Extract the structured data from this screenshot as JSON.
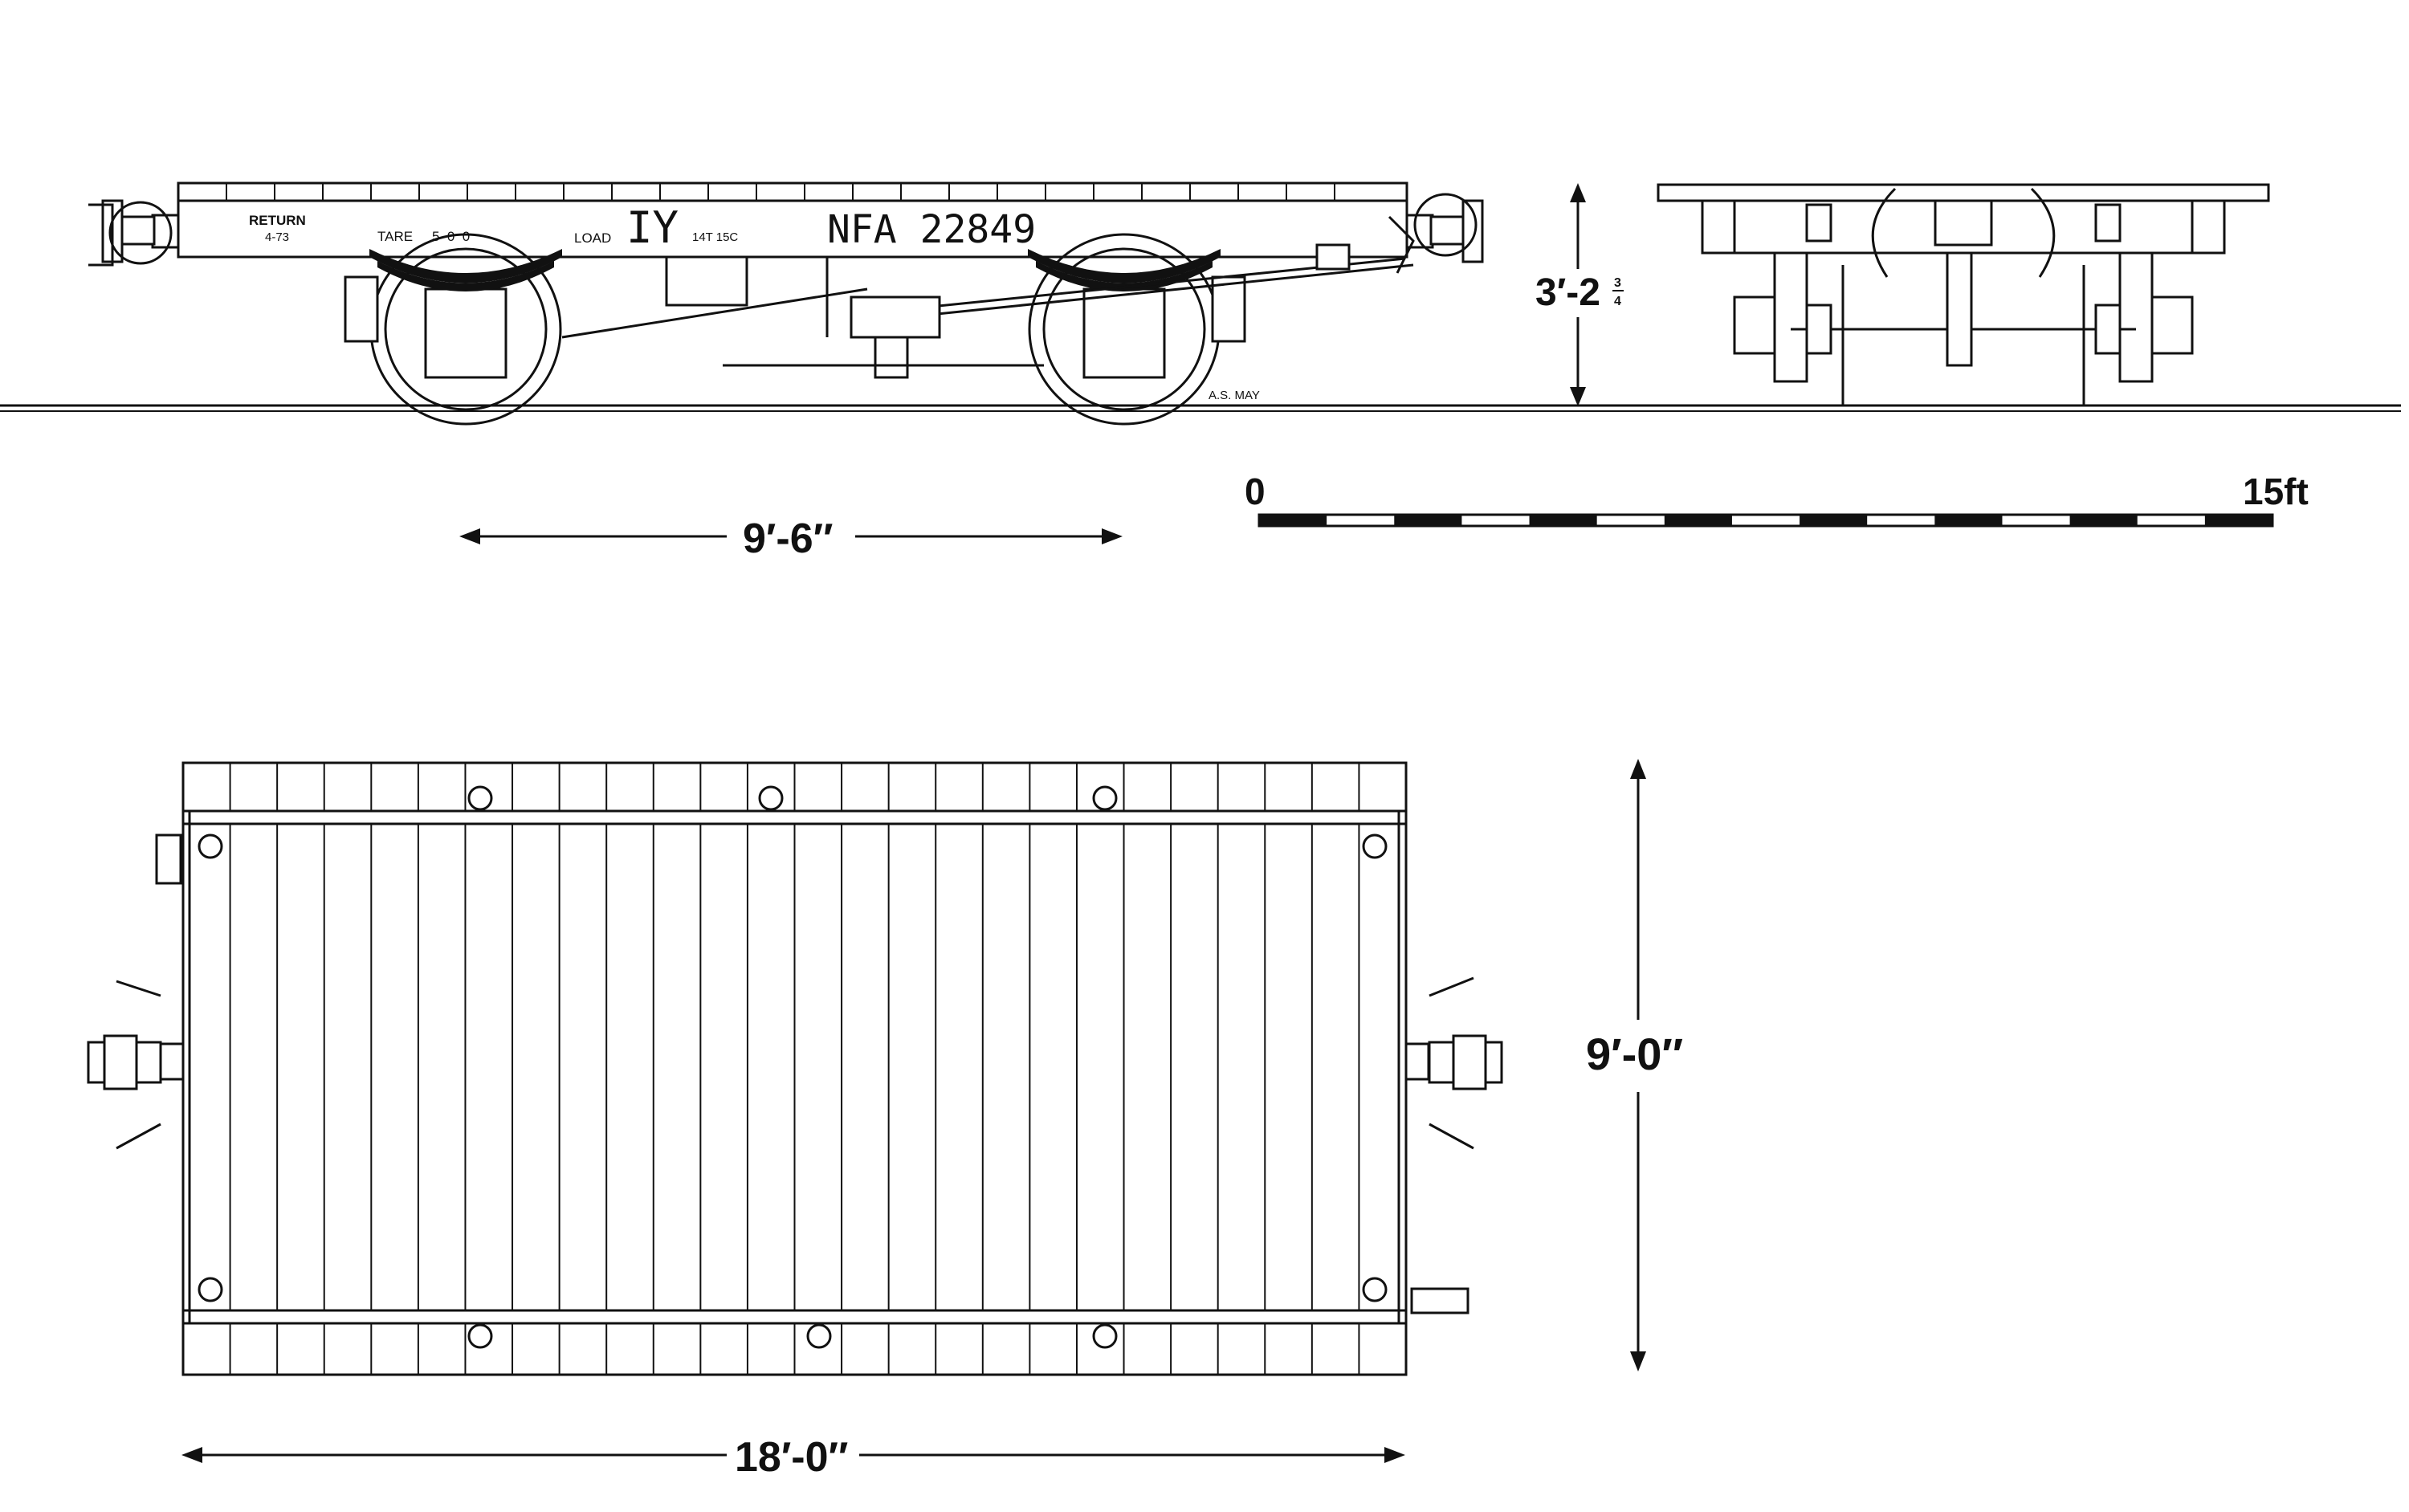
{
  "side_view": {
    "markings": {
      "return_label": "RETURN",
      "return_date": "4-73",
      "tare_label": "TARE",
      "tare_value": "5  0  0",
      "load_label": "LOAD",
      "load_class": "IY",
      "load_weight": "14T 15C",
      "wagon_number": "NFA 22849"
    },
    "credit": "A.S. MAY"
  },
  "dimensions": {
    "wheelbase": "9′-6″",
    "height": "3′-2",
    "height_fraction_num": "3",
    "height_fraction_den": "4",
    "length": "18′-0″",
    "width": "9′-0″"
  },
  "scale_bar": {
    "start_label": "0",
    "end_label": "15ft",
    "segments": 15
  },
  "colors": {
    "ink": "#111111",
    "paper": "#ffffff"
  }
}
